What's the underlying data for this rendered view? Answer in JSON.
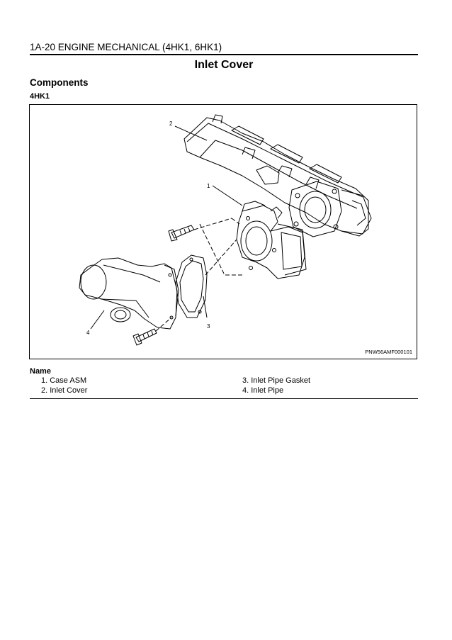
{
  "header": {
    "page_label": "1A-20   ENGINE MECHANICAL (4HK1, 6HK1)"
  },
  "title": "Inlet Cover",
  "section": "Components",
  "model": "4HK1",
  "figure": {
    "code": "PNW56AMF000101",
    "callouts": [
      "1",
      "2",
      "3",
      "4"
    ]
  },
  "names": {
    "heading": "Name",
    "items": [
      "1.  Case ASM",
      "2.  Inlet Cover",
      "3.  Inlet Pipe Gasket",
      "4.  Inlet Pipe"
    ]
  }
}
